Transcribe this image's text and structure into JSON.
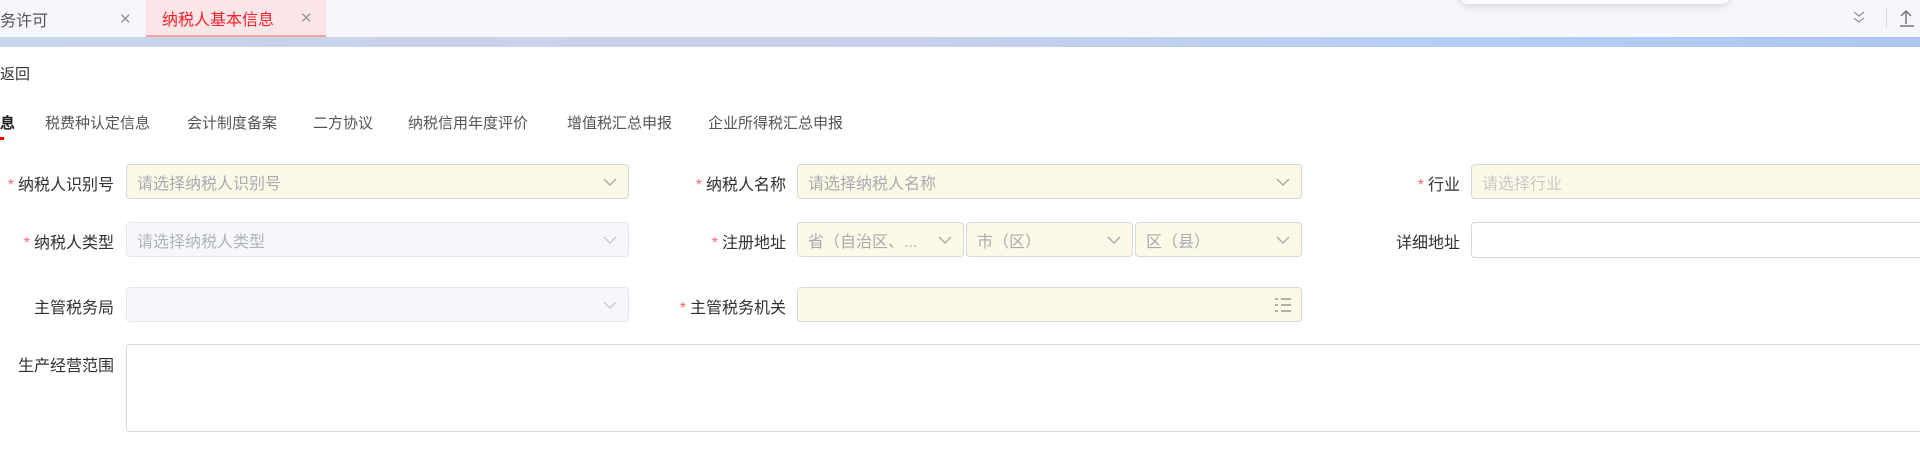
{
  "tabs": [
    {
      "label": "务许可",
      "active": false
    },
    {
      "label": "纳税人基本信息",
      "active": true
    }
  ],
  "back_label": "返回",
  "subtabs": [
    "息",
    "税费种认定信息",
    "会计制度备案",
    "二方协议",
    "纳税信用年度评价",
    "增值税汇总申报",
    "企业所得税汇总申报"
  ],
  "form": {
    "taxpayer_id": {
      "label": "纳税人识别号",
      "placeholder": "请选择纳税人识别号"
    },
    "taxpayer_name": {
      "label": "纳税人名称",
      "placeholder": "请选择纳税人名称"
    },
    "industry": {
      "label": "行业",
      "placeholder": "请选择行业"
    },
    "taxpayer_type": {
      "label": "纳税人类型",
      "placeholder": "请选择纳税人类型"
    },
    "reg_address": {
      "label": "注册地址",
      "province": "省（自治区、...",
      "city": "市（区）",
      "district": "区（县）"
    },
    "detail_address": {
      "label": "详细地址"
    },
    "tax_bureau": {
      "label": "主管税务局"
    },
    "tax_authority": {
      "label": "主管税务机关"
    },
    "business_scope": {
      "label": "生产经营范围"
    }
  },
  "colors": {
    "accent": "#f5222d",
    "required": "#f56c6c",
    "field_bg": "#fdf9e7"
  }
}
